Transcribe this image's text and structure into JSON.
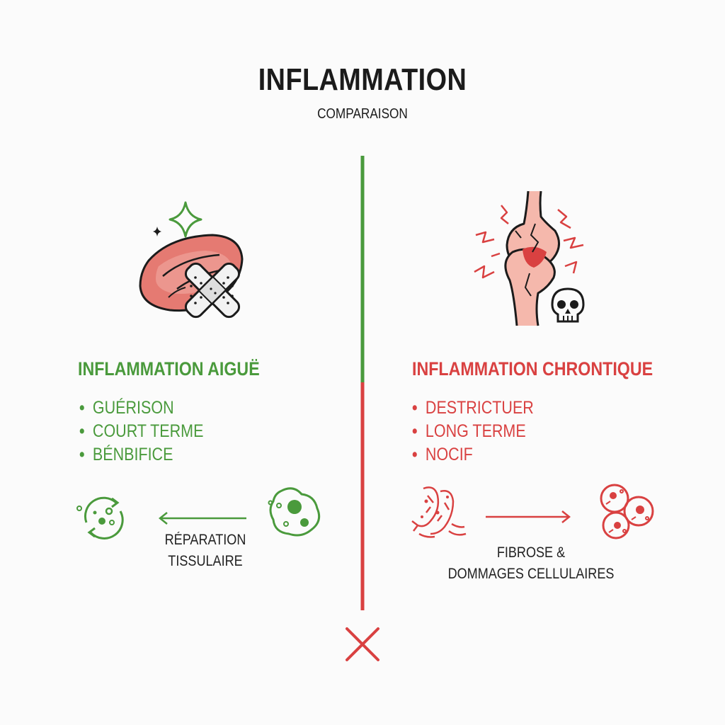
{
  "header": {
    "title": "INFLAMMATION",
    "subtitle": "COMPARAISON"
  },
  "acute": {
    "heading": "INFLAMMATION AIGUË",
    "items": [
      "GUÉRISON",
      "COURT TERME",
      "BÉNBIFICE"
    ],
    "caption_line1": "RÉPARATION",
    "caption_line2": "TISSULAIRE",
    "color": "#4a9a3c"
  },
  "chronic": {
    "heading": "INFLAMMATION CHRONTIQUE",
    "items": [
      "DESTRICTUER",
      "LONG TERME",
      "NOCIF"
    ],
    "caption_line1": "FIBROSE &",
    "caption_line2": "DOMMAGES CELLULAIRES",
    "color": "#d94141"
  },
  "icons": {
    "acute_main": "bandaged-tissue-icon",
    "acute_sparkle": "sparkle-icon",
    "acute_result": "regeneration-cycle-icon",
    "acute_cell": "immune-cell-icon",
    "chronic_main": "damaged-joint-icon",
    "chronic_skull": "skull-icon",
    "chronic_fibers": "fibrous-tissue-icon",
    "chronic_cells": "damaged-cells-icon",
    "bottom_marker": "cross-icon"
  }
}
